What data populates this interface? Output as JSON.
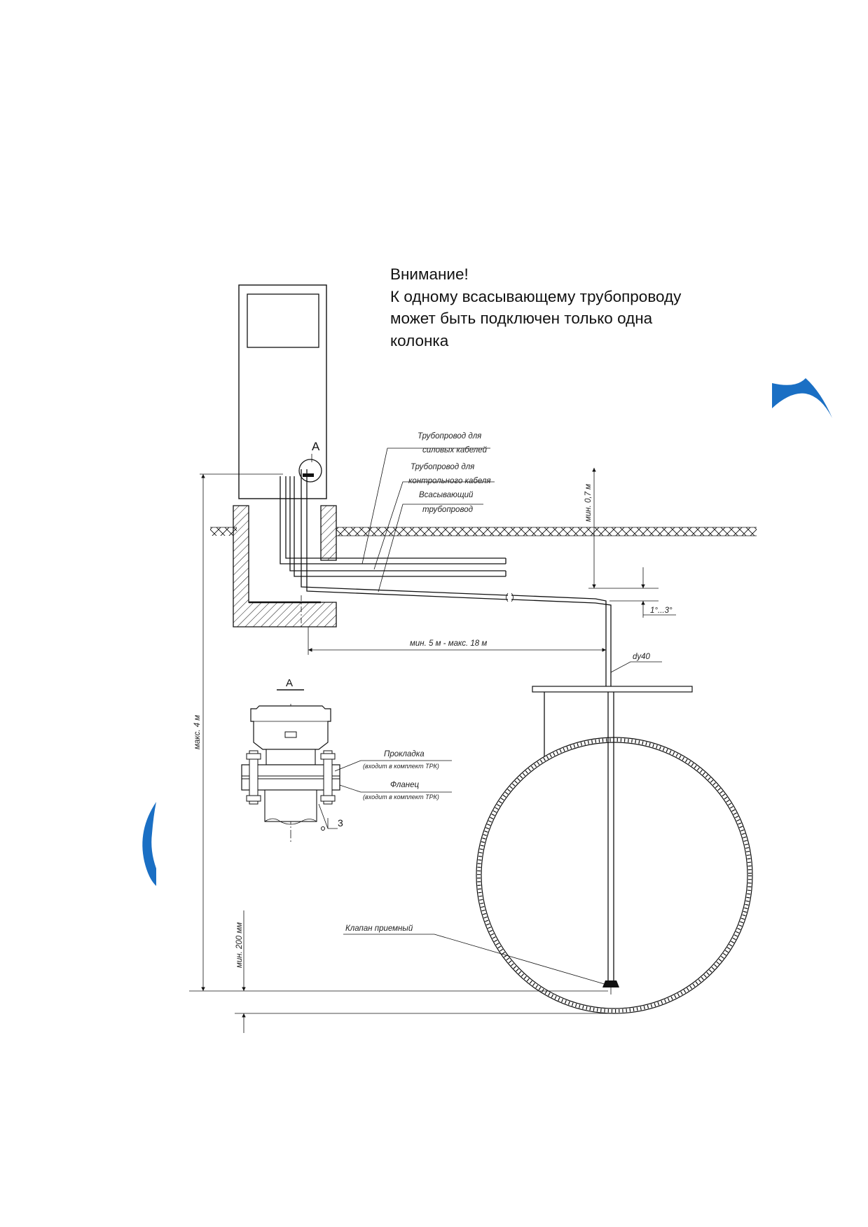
{
  "attention_note": {
    "line1": "Внимание!",
    "line2": "К одному всасывающему трубопроводу",
    "line3": "может быть подключен только одна",
    "line4": "колонка"
  },
  "labels": {
    "power_pipe_1": "Трубопровод для",
    "power_pipe_2": "силовых кабелей",
    "control_pipe_1": "Трубопровод для",
    "control_pipe_2": "контрольного кабеля",
    "suction_pipe_1": "Всасывающий",
    "suction_pipe_2": "трубопровод",
    "view_marker": "А",
    "section_title": "А",
    "gasket": "Прокладка",
    "gasket_note": "(входит в комплект ТРК)",
    "flange": "Фланец",
    "flange_note": "(входит в комплект ТРК)",
    "weld_mark": "3",
    "intake_valve": "Клапан приемный"
  },
  "dimensions": {
    "min_depth": "мин. 0,7 м",
    "slope": "1°...3°",
    "length": "мин. 5 м  -  макс. 18 м",
    "pipe_dn": "dy40",
    "max_height": "макс. 4 м",
    "min_gap": "мин. 200 мм"
  },
  "colors": {
    "brand_blue": "#1a6fc4",
    "line": "#111111"
  }
}
